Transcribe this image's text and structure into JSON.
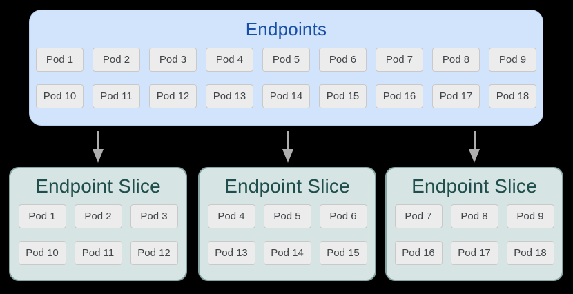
{
  "endpoints": {
    "title": "Endpoints",
    "pod_rows": [
      [
        "Pod 1",
        "Pod 2",
        "Pod 3",
        "Pod 4",
        "Pod 5",
        "Pod 6",
        "Pod 7",
        "Pod 8",
        "Pod 9"
      ],
      [
        "Pod 10",
        "Pod 11",
        "Pod 12",
        "Pod 13",
        "Pod 14",
        "Pod 15",
        "Pod 16",
        "Pod 17",
        "Pod 18"
      ]
    ]
  },
  "slices": [
    {
      "title": "Endpoint Slice",
      "pod_rows": [
        [
          "Pod 1",
          "Pod 2",
          "Pod 3"
        ],
        [
          "Pod 10",
          "Pod 11",
          "Pod 12"
        ]
      ]
    },
    {
      "title": "Endpoint Slice",
      "pod_rows": [
        [
          "Pod 4",
          "Pod 5",
          "Pod 6"
        ],
        [
          "Pod 13",
          "Pod 14",
          "Pod 15"
        ]
      ]
    },
    {
      "title": "Endpoint Slice",
      "pod_rows": [
        [
          "Pod 7",
          "Pod 8",
          "Pod 9"
        ],
        [
          "Pod 16",
          "Pod 17",
          "Pod 18"
        ]
      ]
    }
  ],
  "icons": {
    "arrow": "arrow-down-icon"
  },
  "colors": {
    "endpoints_fill": "#d2e3fc",
    "endpoints_border": "#b6cfee",
    "endpoints_title": "#174ea6",
    "slice_fill": "#d6e4e3",
    "slice_border": "#84a5a4",
    "slice_title": "#1f4e4d",
    "pod_fill": "#ececec",
    "pod_border": "#c9c9c9",
    "pod_text": "#434649",
    "arrow": "#aeaeae",
    "background": "#000000"
  }
}
